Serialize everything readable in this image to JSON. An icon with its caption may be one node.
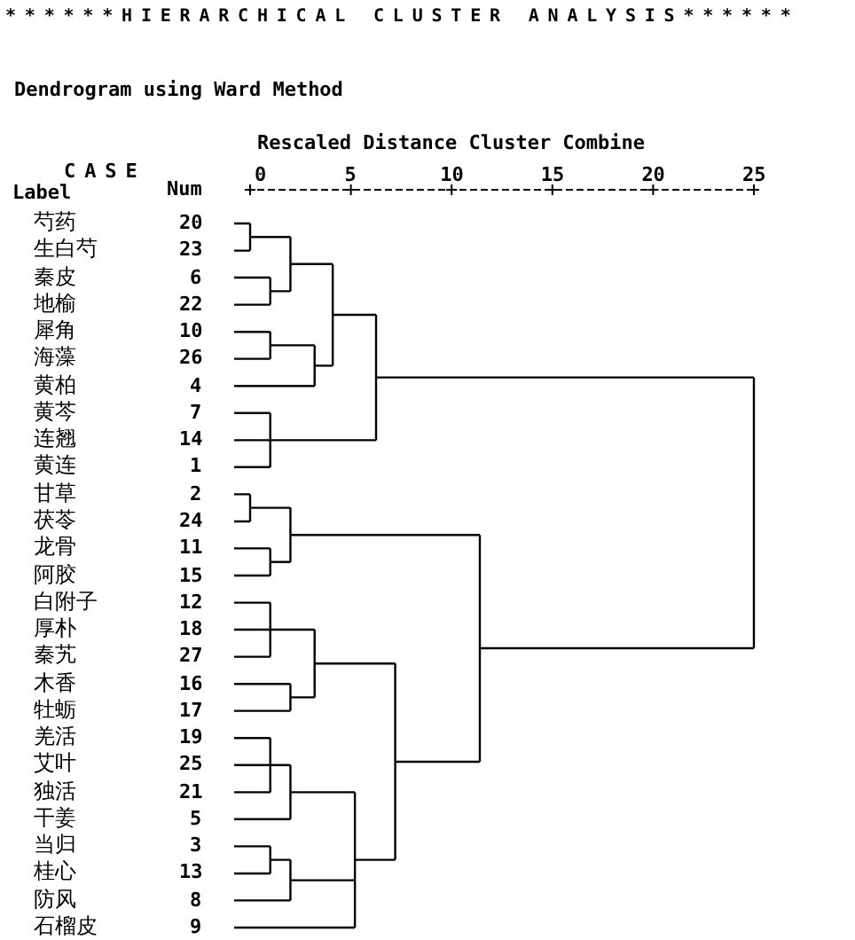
{
  "diagram": {
    "title": "******HIERARCHICAL CLUSTER ANALYSIS******",
    "labels": [
      "Dendrogram using Ward Method",
      "Rescaled Distance Cluster Combine",
      "CASE",
      "Label",
      "Num",
      "0",
      "5",
      "10",
      "15",
      "20",
      "25",
      "芍药",
      "20",
      "生白芍",
      "23",
      "秦皮",
      "6",
      "地榆",
      "22",
      "犀角",
      "10",
      "海藻",
      "26",
      "黄柏",
      "4",
      "黄芩",
      "7",
      "连翘",
      "14",
      "黄连",
      "1",
      "甘草",
      "2",
      "茯苓",
      "24",
      "龙骨",
      "11",
      "阿胶",
      "15",
      "白附子",
      "12",
      "厚朴",
      "18",
      "秦艽",
      "27",
      "木香",
      "16",
      "牡蛎",
      "17",
      "羌活",
      "19",
      "艾叶",
      "25",
      "独活",
      "21",
      "干姜",
      "5",
      "当归",
      "3",
      "桂心",
      "13",
      "防风",
      "8",
      "石榴皮",
      "9"
    ]
  }
}
